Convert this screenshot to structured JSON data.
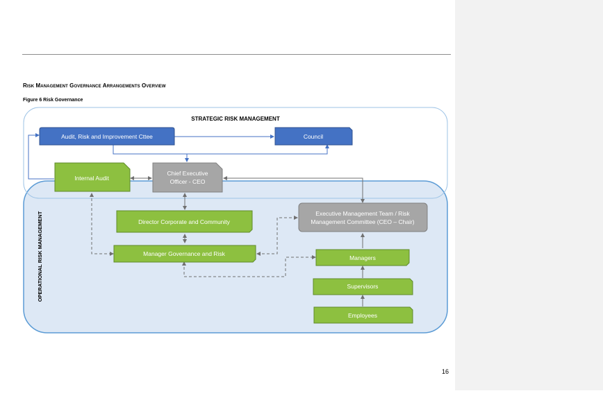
{
  "page": {
    "section_title": "Risk Management Governance Arrangements Overview",
    "figure_caption": "Figure 6 Risk Governance",
    "page_number": "16"
  },
  "diagram": {
    "strategic_label": "STRATEGIC RISK MANAGEMENT",
    "operational_label": "OPERATIONAL RISK MANAGEMENT",
    "nodes": {
      "audit_committee": "Audit, Risk and Improvement Cttee",
      "council": "Council",
      "internal_audit": "Internal Audit",
      "ceo_line1": "Chief Executive",
      "ceo_line2": "Officer - CEO",
      "director": "Director Corporate and Community",
      "manager_governance": "Manager Governance and Risk",
      "emt_line1": "Executive Management Team / Risk",
      "emt_line2": "Management Committee (CEO – Chair)",
      "managers": "Managers",
      "supervisors": "Supervisors",
      "employees": "Employees"
    },
    "colors": {
      "blue_box": "#4472c4",
      "green_box": "#8dc040",
      "grey_box": "#a6a6a6",
      "operational_fill": "#dde8f5",
      "operational_border": "#5b9bd5",
      "strategic_border": "#9dc3e6"
    }
  }
}
